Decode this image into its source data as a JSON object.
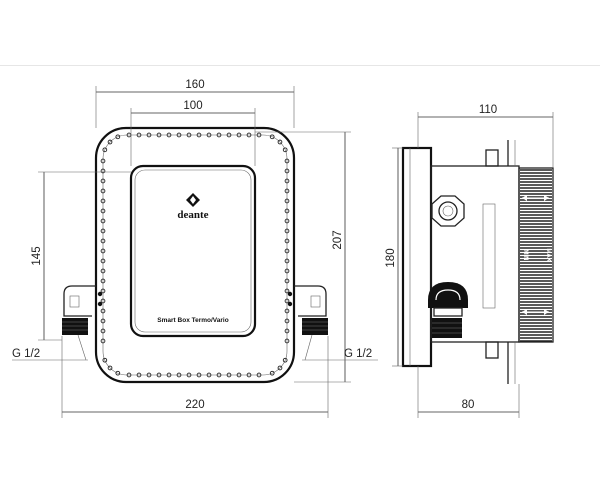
{
  "dimensions": {
    "overall_width": "160",
    "inner_width": "100",
    "total_width": "220",
    "left_height": "145",
    "total_height": "207",
    "side_height": "180",
    "side_depth": "110",
    "side_bottom_depth": "80"
  },
  "thread": {
    "left_label": "G 1/2",
    "right_label": "G 1/2"
  },
  "cover": {
    "brand": "deante",
    "model": "Smart Box Termo/Vario"
  },
  "side_marks": {
    "min_label": "MIN",
    "max_label": "MAX"
  }
}
